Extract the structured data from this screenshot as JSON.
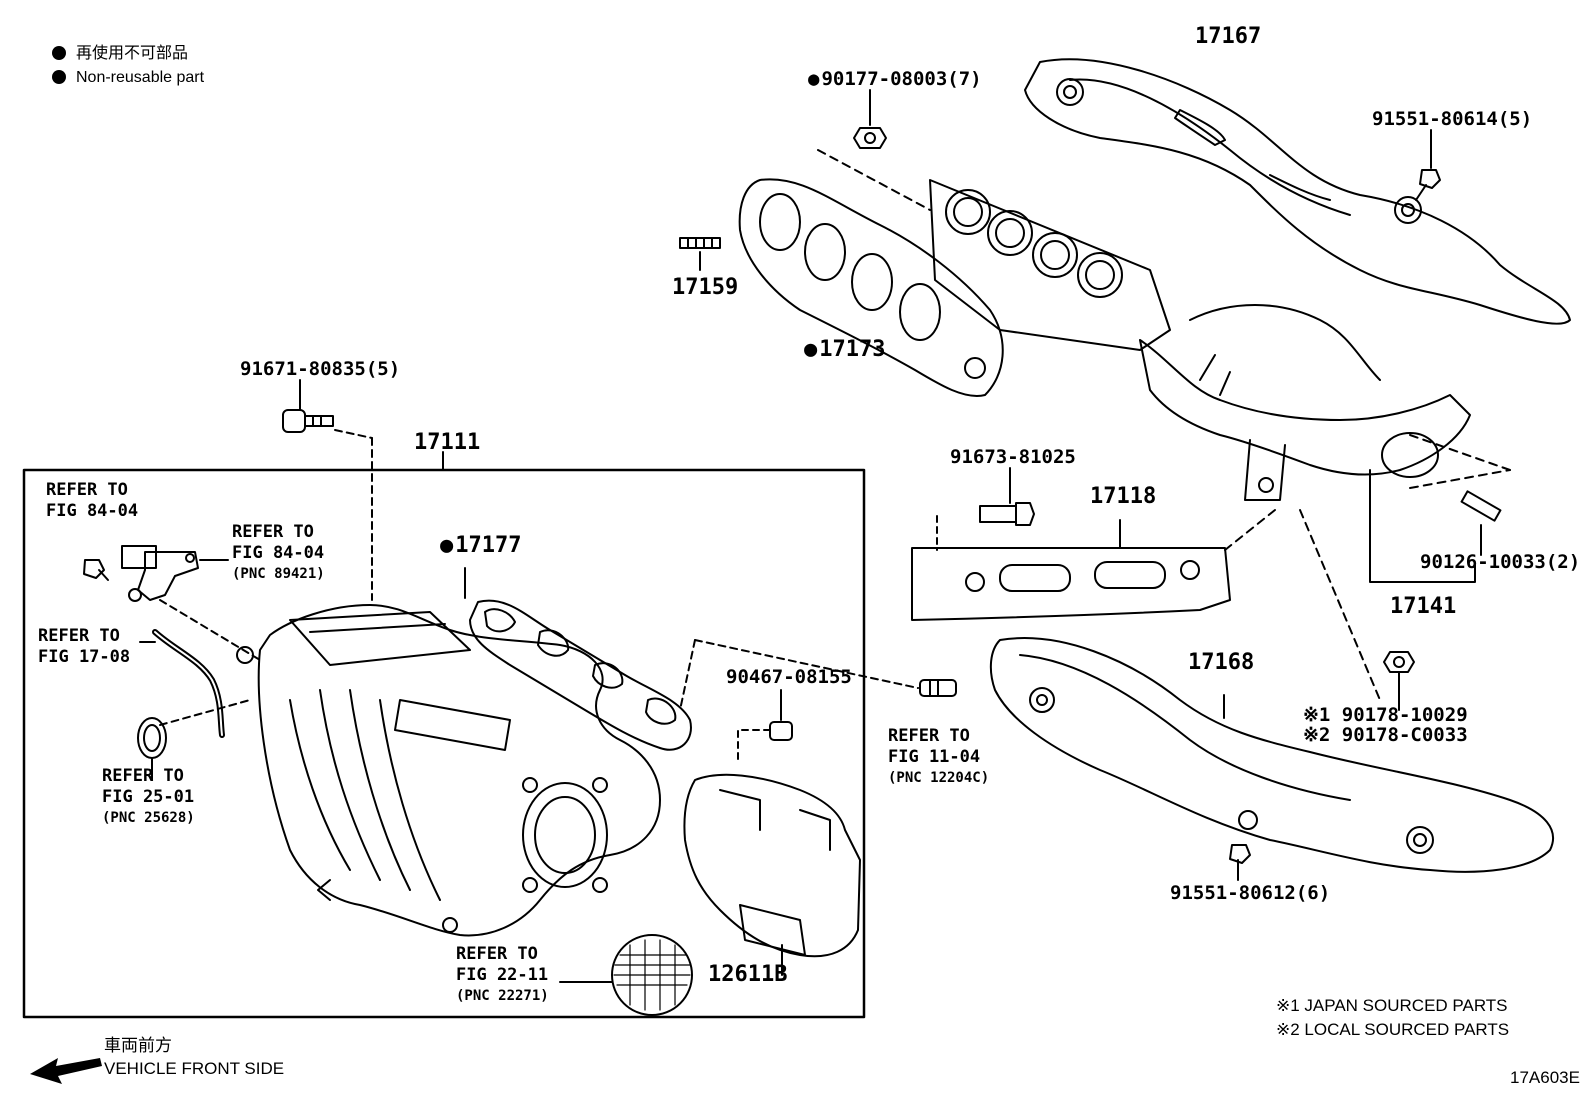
{
  "legend": {
    "items": [
      {
        "ja": "再使用不可部品"
      },
      {
        "en": "Non-reusable part"
      }
    ]
  },
  "parts": {
    "p17167": "17167",
    "p90177": "90177-08003(7)",
    "p91551_80614": "91551-80614(5)",
    "p17159": "17159",
    "p17173": "17173",
    "p91671": "91671-80835(5)",
    "p17111": "17111",
    "p91673": "91673-81025",
    "p17118": "17118",
    "p90126": "90126-10033(2)",
    "p17141": "17141",
    "p17177": "17177",
    "p17168": "17168",
    "p90467": "90467-08155",
    "p90178_a": "※1 90178-10029",
    "p90178_b": "※2 90178-C0033",
    "p91551_80612": "91551-80612(6)",
    "p12611B": "12611B"
  },
  "refs": {
    "r1": {
      "line1": "REFER TO",
      "line2": "FIG 84-04"
    },
    "r2": {
      "line1": "REFER TO",
      "line2": "FIG 84-04",
      "pnc": "(PNC 89421)"
    },
    "r3": {
      "line1": "REFER TO",
      "line2": "FIG 17-08"
    },
    "r4": {
      "line1": "REFER TO",
      "line2": "FIG 25-01",
      "pnc": "(PNC 25628)"
    },
    "r5": {
      "line1": "REFER TO",
      "line2": "FIG 11-04",
      "pnc": "(PNC 12204C)"
    },
    "r6": {
      "line1": "REFER TO",
      "line2": "FIG 22-11",
      "pnc": "(PNC 22271)"
    }
  },
  "notes": {
    "n1": "※1 JAPAN SOURCED PARTS",
    "n2": "※2 LOCAL SOURCED PARTS"
  },
  "front": {
    "ja": "車両前方",
    "en": "VEHICLE FRONT SIDE"
  },
  "figure_code": "17A603E"
}
